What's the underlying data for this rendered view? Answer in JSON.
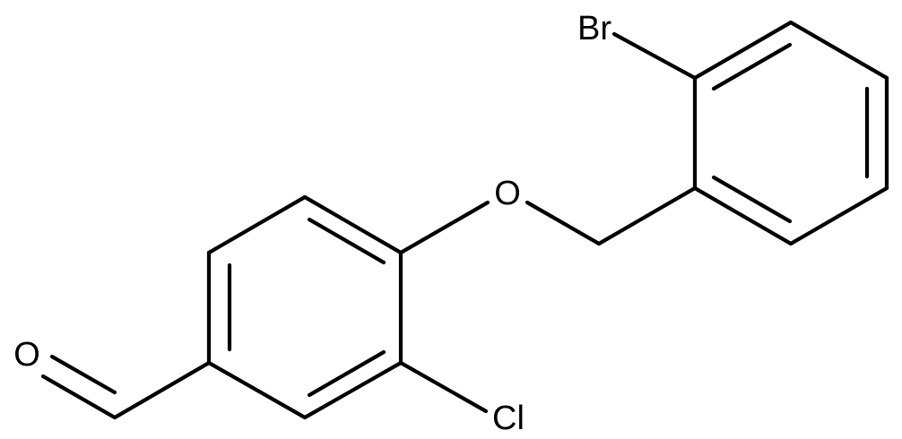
{
  "molecule": {
    "atoms": {
      "oxygen_carbonyl": "O",
      "oxygen_ether": "O",
      "chlorine": "Cl",
      "bromine": "Br"
    }
  }
}
